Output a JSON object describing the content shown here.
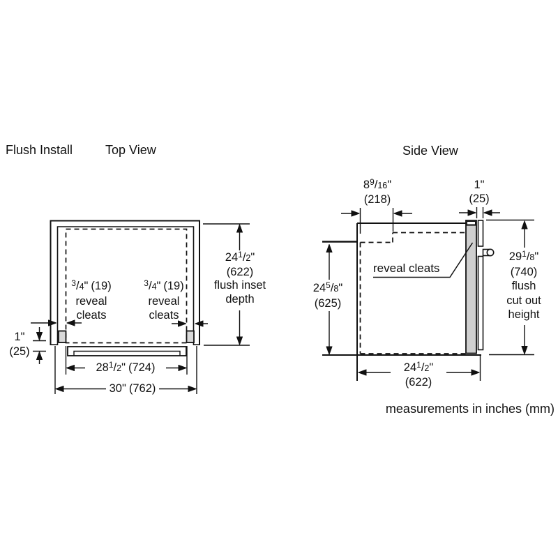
{
  "titles": {
    "flush_install": "Flush Install",
    "top_view": "Top View",
    "side_view": "Side View"
  },
  "footer_note": "measurements in inches (mm)",
  "colors": {
    "line": "#111111",
    "door_fill": "#cfcfcf",
    "cleat_fill": "#d9d9d9",
    "background": "#ffffff"
  },
  "top_view": {
    "flush_inset_depth": {
      "whole": "24",
      "num": "1",
      "slash": "/",
      "den": "2",
      "unit": "\"",
      "mm": "(622)",
      "desc_line1": "flush inset",
      "desc_line2": "depth"
    },
    "reveal_cleats_left": {
      "num": "3",
      "slash": "/",
      "den": "4",
      "unit": "\"",
      "mm": "(19)",
      "desc_line1": "reveal",
      "desc_line2": "cleats"
    },
    "reveal_cleats_right": {
      "num": "3",
      "slash": "/",
      "den": "4",
      "unit": "\"",
      "mm": "(19)",
      "desc_line1": "reveal",
      "desc_line2": "cleats"
    },
    "front_overhang": {
      "whole": "1",
      "unit": "\"",
      "mm": "(25)"
    },
    "inner_width": {
      "whole": "28",
      "num": "1",
      "slash": "/",
      "den": "2",
      "unit": "\"",
      "mm": "(724)"
    },
    "outer_width": {
      "whole": "30",
      "unit": "\"",
      "mm": "(762)"
    }
  },
  "side_view": {
    "cleat_setback": {
      "whole": "8",
      "num": "9",
      "slash": "/",
      "den": "16",
      "unit": "\"",
      "mm": "(218)"
    },
    "door_thickness": {
      "whole": "1",
      "unit": "\"",
      "mm": "(25)"
    },
    "cutout_depth": {
      "whole": "24",
      "num": "5",
      "slash": "/",
      "den": "8",
      "unit": "\"",
      "mm": "(625)"
    },
    "flush_cutout_height": {
      "whole": "29",
      "num": "1",
      "slash": "/",
      "den": "8",
      "unit": "\"",
      "mm": "(740)",
      "desc_line1": "flush",
      "desc_line2": "cut out",
      "desc_line3": "height"
    },
    "reveal_cleats_label": "reveal cleats",
    "inset_depth": {
      "whole": "24",
      "num": "1",
      "slash": "/",
      "den": "2",
      "unit": "\"",
      "mm": "(622)"
    }
  }
}
